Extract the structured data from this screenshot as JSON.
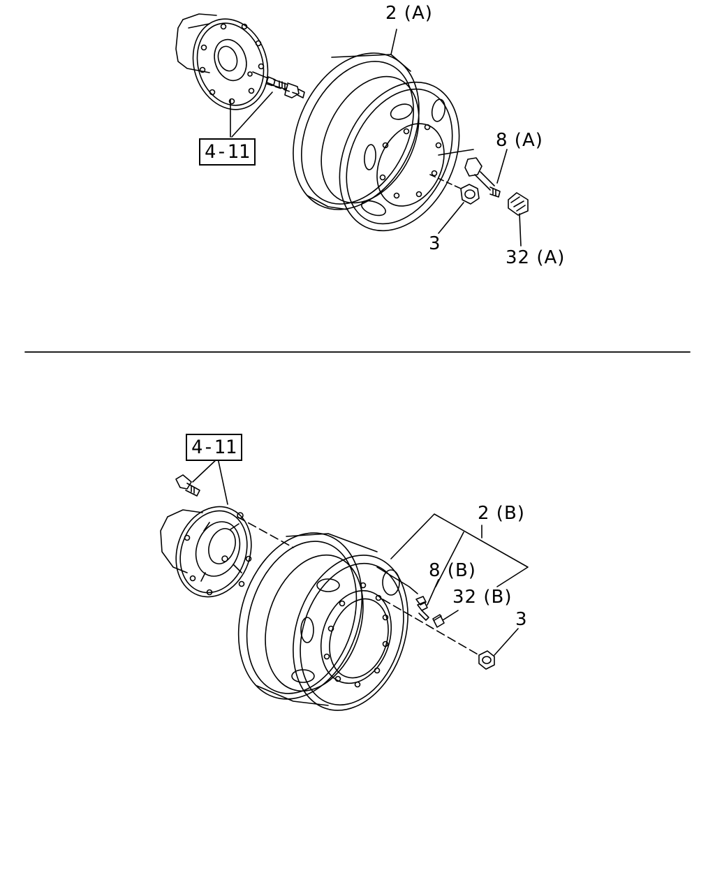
{
  "top": {
    "ref_label": "4-11",
    "callouts": {
      "wheel": "2 (A)",
      "valve": "8 (A)",
      "nut": "3",
      "cap": "32 (A)"
    }
  },
  "bottom": {
    "ref_label": "4-11",
    "callouts": {
      "wheel": "2 (B)",
      "valve": "8 (B)",
      "cap": "32 (B)",
      "nut": "3"
    }
  }
}
